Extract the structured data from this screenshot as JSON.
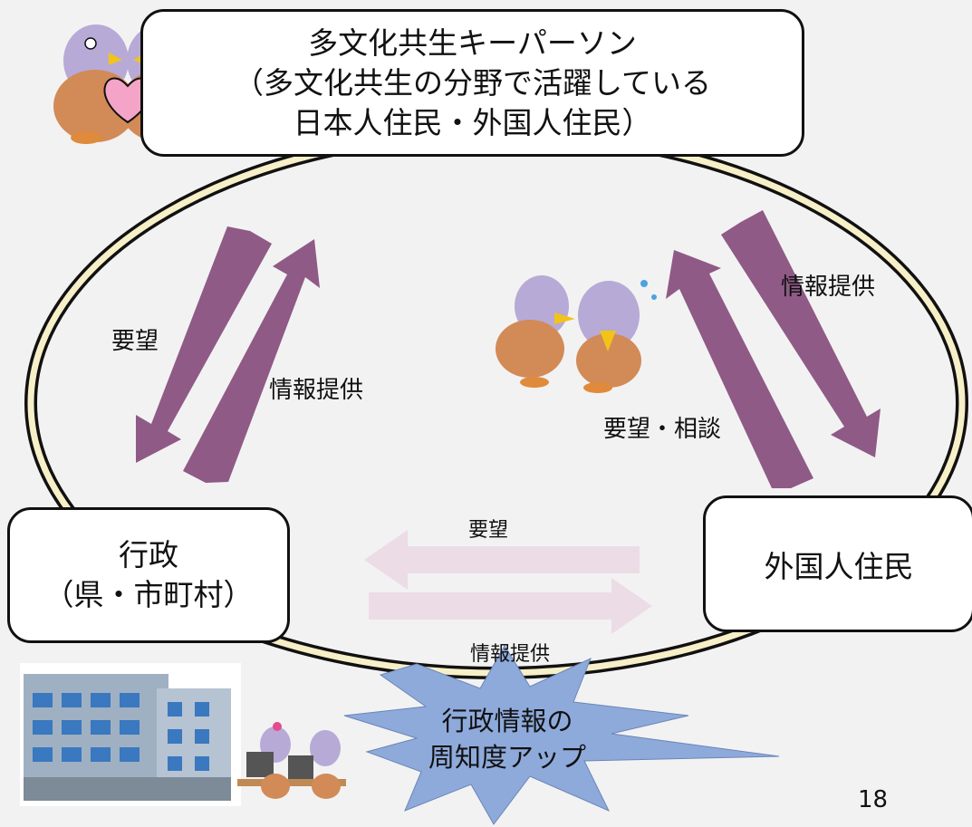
{
  "keyperson": {
    "line1": "多文化共生キーパーソン",
    "line2": "（多文化共生の分野で活躍している",
    "line3": "日本人住民・外国人住民）"
  },
  "gyosei": {
    "line1": "行政",
    "line2": "（県・市町村）"
  },
  "foreign_residents": "外国人住民",
  "arrows": {
    "left_request": "要望",
    "left_info": "情報提供",
    "right_info": "情報提供",
    "right_request": "要望・相談",
    "middle_request": "要望",
    "middle_info": "情報提供"
  },
  "star": {
    "line1": "行政情報の",
    "line2": "周知度アップ"
  },
  "page_number": "18",
  "colors": {
    "arrow_purple": "#8f5a86",
    "arrow_pale": "#ecdce6",
    "star_blue": "#8eaadb",
    "background": "#f2f2f2"
  }
}
